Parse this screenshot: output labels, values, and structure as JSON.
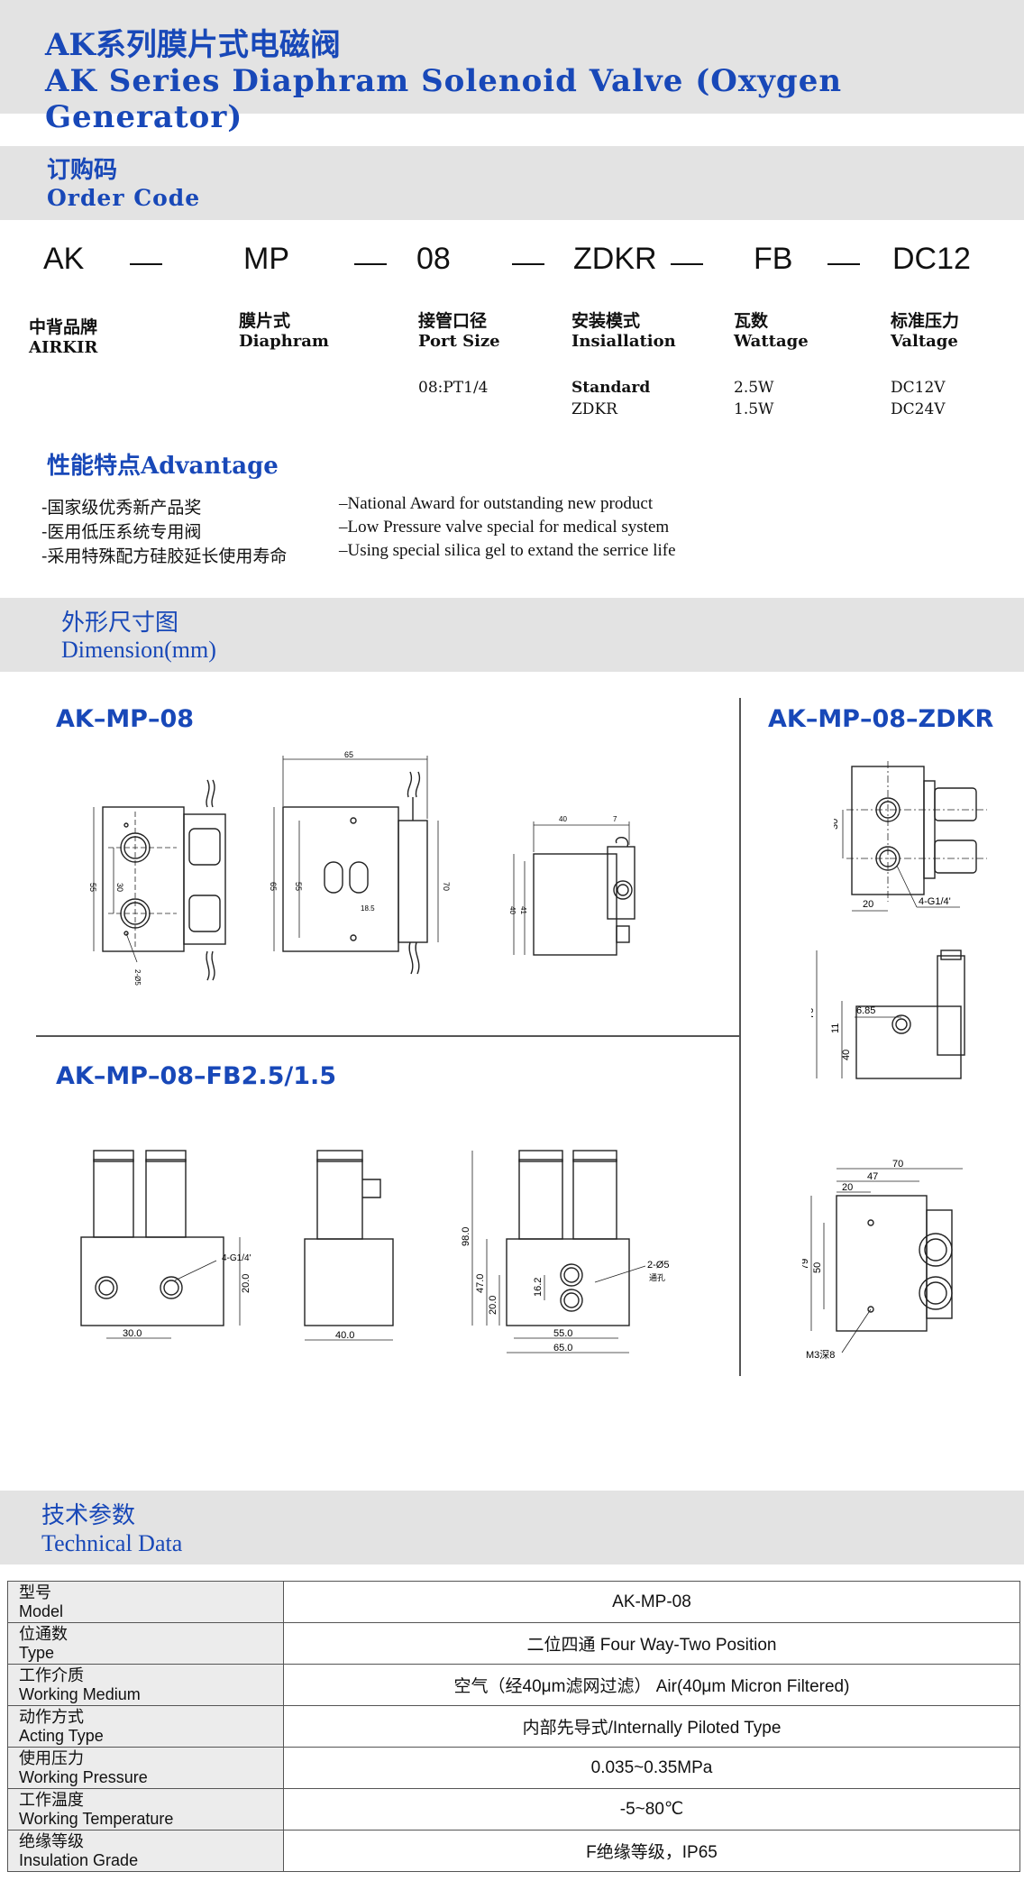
{
  "header": {
    "title_cn": "AK系列膜片式电磁阀",
    "title_en": "AK Series Diaphram Solenoid Valve (Oxygen Generator)"
  },
  "order_code": {
    "heading_cn": "订购码",
    "heading_en": "Order Code",
    "segments": [
      "AK",
      "MP",
      "08",
      "ZDKR",
      "FB",
      "DC12"
    ],
    "columns": [
      {
        "cn": "中背品牌",
        "en": "AIRKIR",
        "values": []
      },
      {
        "cn": "膜片式",
        "en": "Diaphram",
        "values": []
      },
      {
        "cn": "接管口径",
        "en": "Port Size",
        "values": [
          "08:PT1/4"
        ]
      },
      {
        "cn": "安装模式",
        "en": "Insiallation",
        "values": [
          "Standard",
          "ZDKR"
        ]
      },
      {
        "cn": "瓦数",
        "en": "Wattage",
        "values": [
          "2.5W",
          "1.5W"
        ]
      },
      {
        "cn": "标准压力",
        "en": "Valtage",
        "values": [
          "DC12V",
          "DC24V"
        ]
      }
    ]
  },
  "advantage": {
    "heading_cn": "性能特点",
    "heading_en": "Advantage",
    "items_cn": [
      "-国家级优秀新产品奖",
      "-医用低压系统专用阀",
      "-采用特殊配方硅胶延长使用寿命"
    ],
    "items_en": [
      "–National Award for outstanding new product",
      "–Low Pressure valve special for medical system",
      "–Using special silica gel to extand the serrice life"
    ]
  },
  "dimension": {
    "heading_cn": "外形尺寸图",
    "heading_en": "Dimension(mm)",
    "diagram_titles": [
      "AK–MP–08",
      "AK–MP–08–ZDKR",
      "AK–MP–08–FB2.5/1.5"
    ],
    "labels": {
      "d65": "65",
      "d55": "55",
      "d30": "30",
      "d185": "18.5",
      "d70": "70",
      "d40": "40",
      "d7": "7",
      "d41": "41",
      "d2": "2-Ø5",
      "z30": "30",
      "z20": "20",
      "zg": "4-G1/4'",
      "z76": "76",
      "z685": "6.85",
      "z11": "11",
      "z40": "40",
      "z70": "70",
      "z47": "47",
      "z20b": "20",
      "z79": "79",
      "z50": "50",
      "zm3": "M3深8",
      "f_g": "4-G1/4'",
      "f30": "30.0",
      "f20": "20.0",
      "f40": "40.0",
      "f98": "98.0",
      "f47": "47.0",
      "f20b": "20.0",
      "f162": "16.2",
      "f55": "55.0",
      "f65": "65.0",
      "f25": "2-Ø5",
      "f_through": "通孔"
    }
  },
  "technical": {
    "heading_cn": "技术参数",
    "heading_en": "Technical Data",
    "rows": [
      {
        "cn": "型号",
        "en": "Model",
        "value": "AK-MP-08"
      },
      {
        "cn": "位通数",
        "en": "Type",
        "value": "二位四通 Four Way-Two Position"
      },
      {
        "cn": "工作介质",
        "en": "Working Medium",
        "value": "空气（经40μm滤网过滤） Air(40μm Micron Filtered)"
      },
      {
        "cn": "动作方式",
        "en": "Acting Type",
        "value": "内部先导式/Internally Piloted Type"
      },
      {
        "cn": "使用压力",
        "en": "Working Pressure",
        "value": "0.035~0.35MPa"
      },
      {
        "cn": "工作温度",
        "en": "Working Temperature",
        "value": "-5~80℃"
      },
      {
        "cn": "绝缘等级",
        "en": "Insulation Grade",
        "value": "F绝缘等级，IP65"
      }
    ]
  }
}
